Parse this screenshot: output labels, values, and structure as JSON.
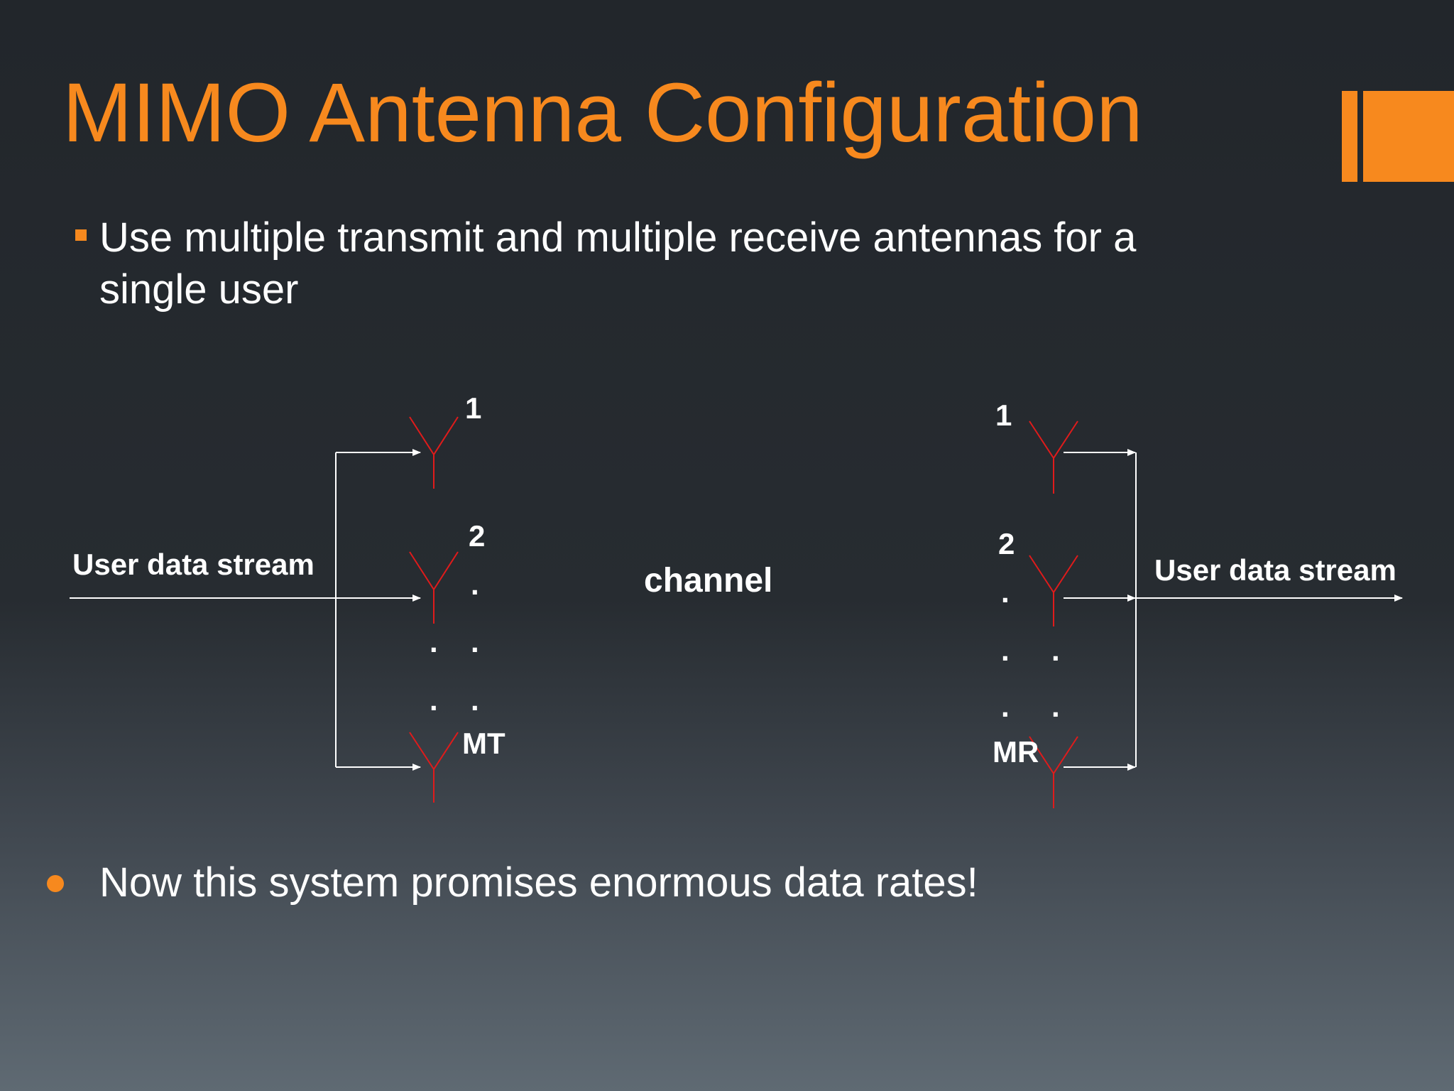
{
  "slide": {
    "title": "MIMO Antenna Configuration",
    "bullet_1": "Use multiple transmit and multiple receive antennas for a single user",
    "bullet_2": "Now this system promises enormous data rates!",
    "accent_color": "#f7891e"
  },
  "diagram": {
    "input_label": "User data stream",
    "output_label": "User data stream",
    "channel_label": "channel",
    "tx_labels": [
      "1",
      "2",
      "MT"
    ],
    "rx_labels": [
      "1",
      "2",
      "MR"
    ],
    "ellipsis_dot": ".",
    "antenna_color": "#e01b1b",
    "line_color": "#ffffff"
  }
}
